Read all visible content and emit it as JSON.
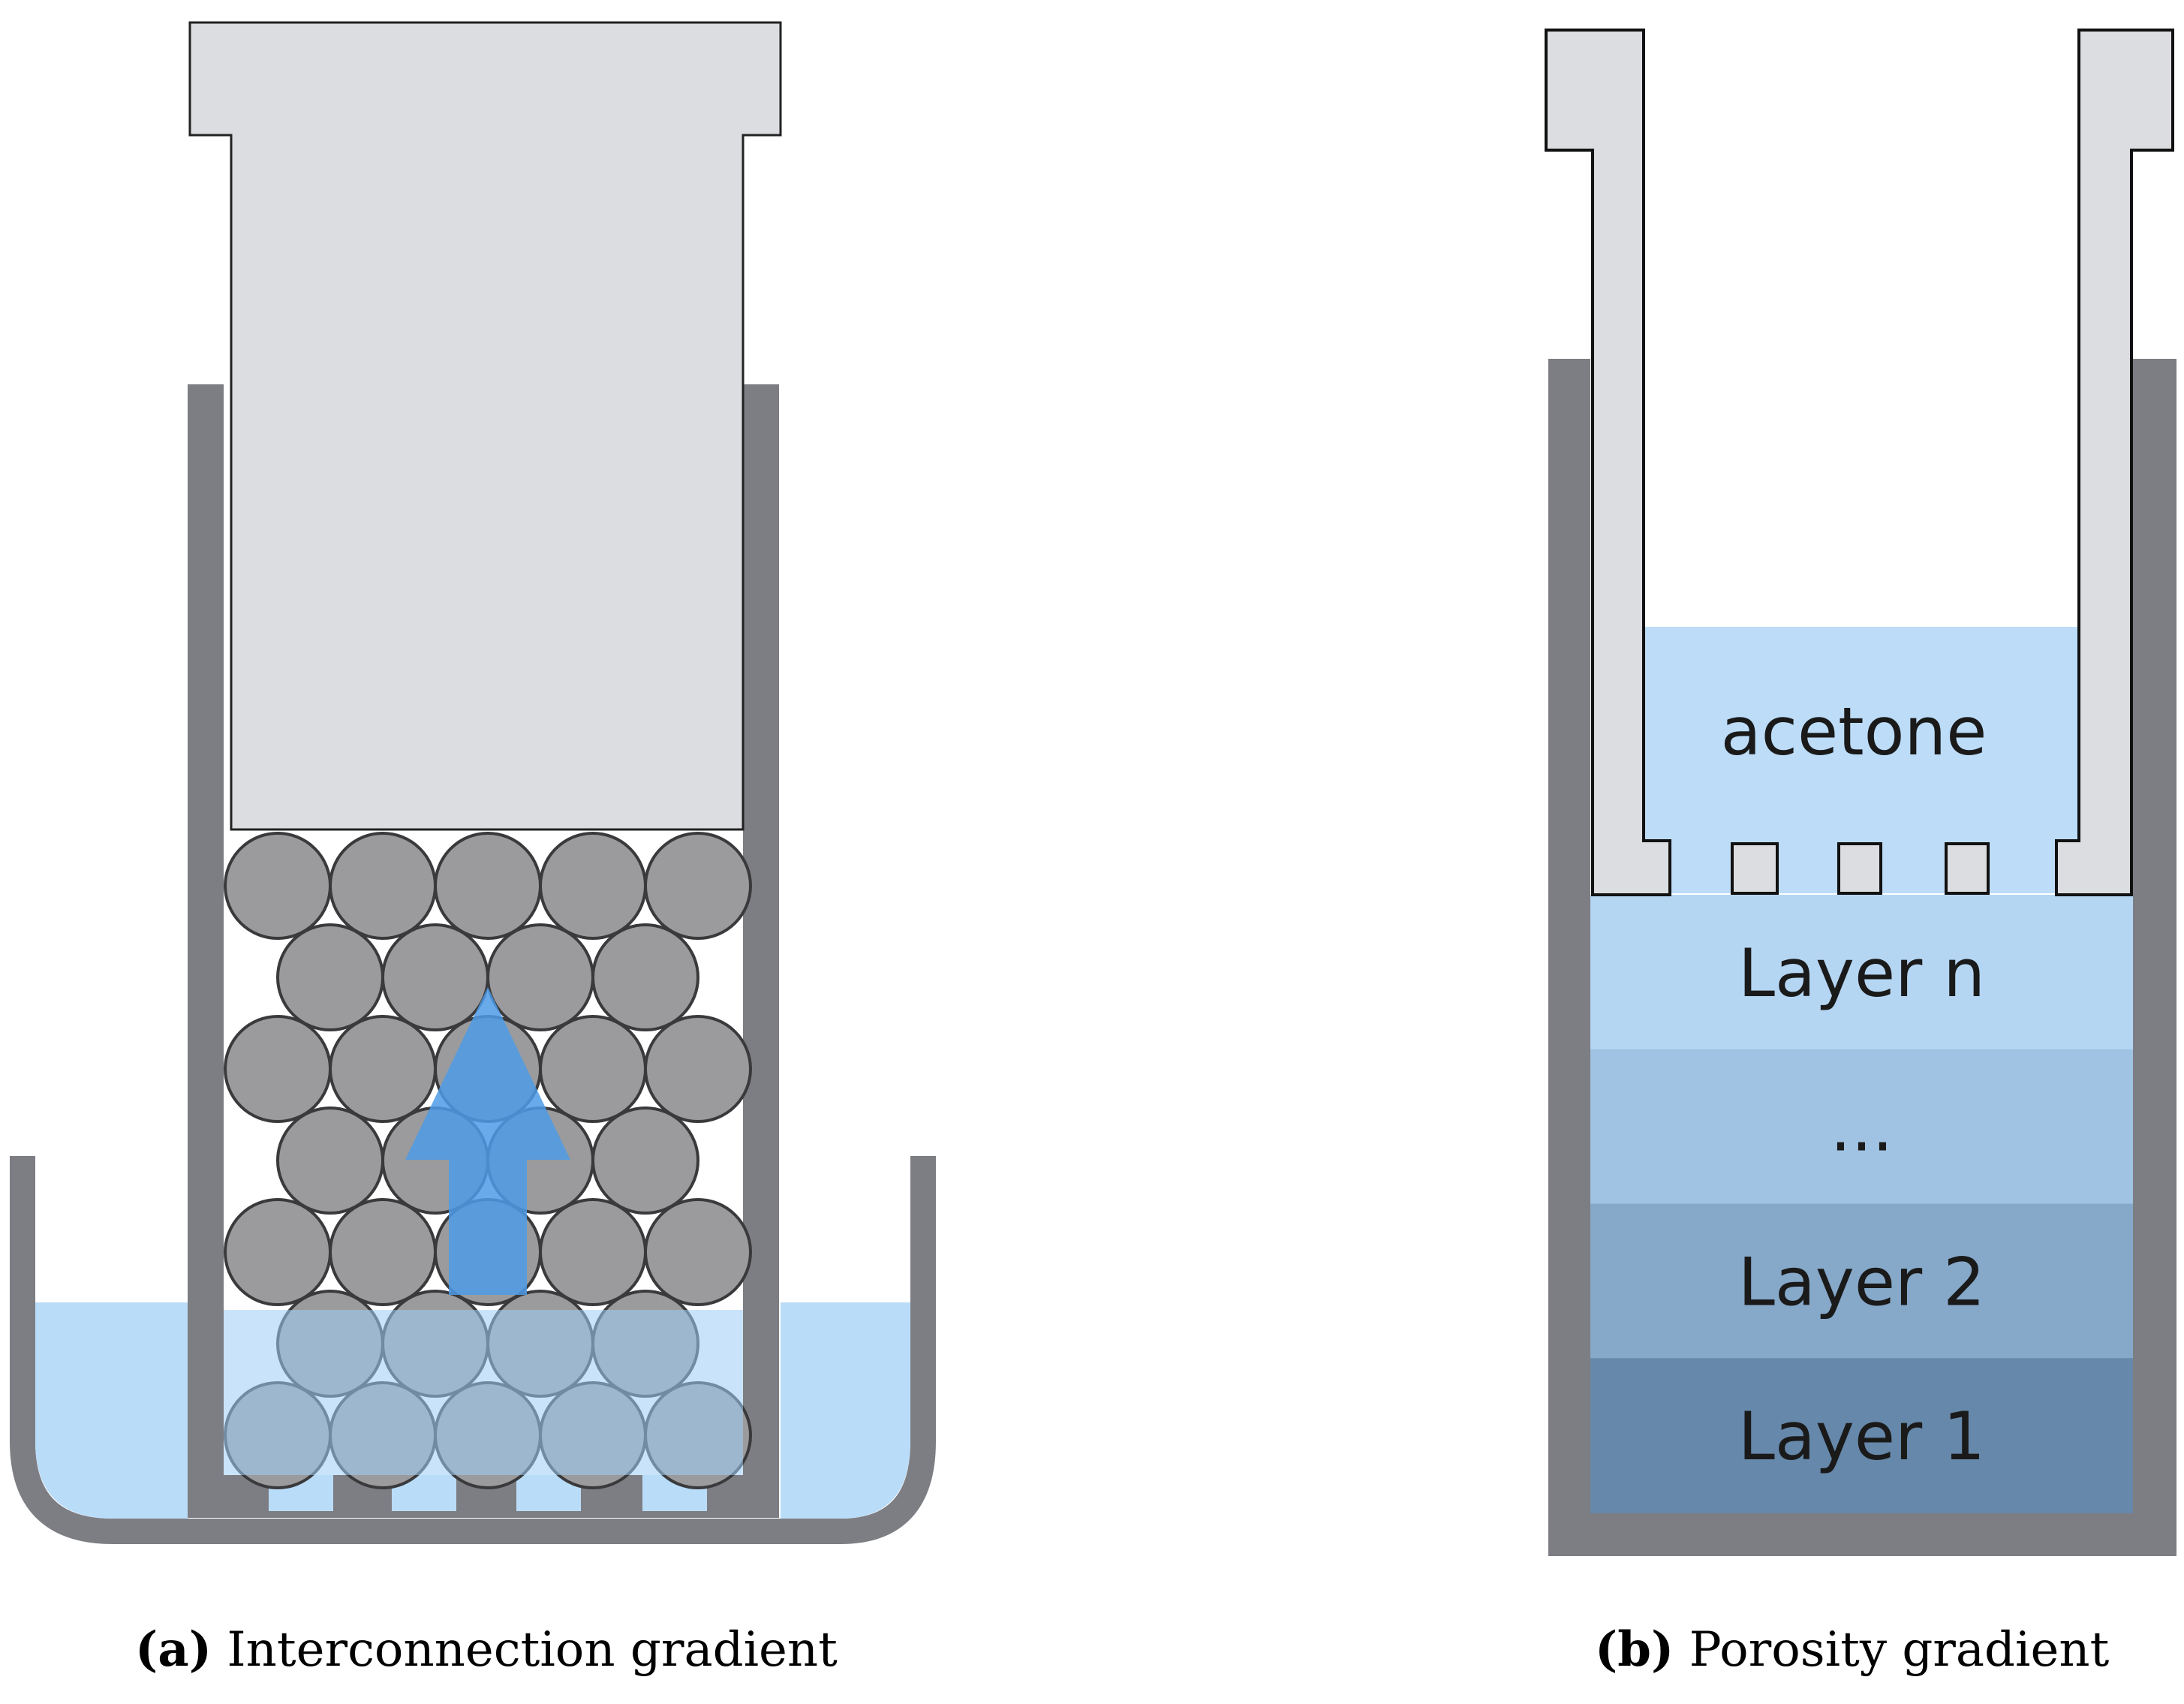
{
  "panel_a": {
    "caption_letter": "(a)",
    "caption_text": "Interconnection gradient",
    "sphere_rows": [
      {
        "count": 5,
        "offset": false
      },
      {
        "count": 4,
        "offset": true
      },
      {
        "count": 5,
        "offset": false
      },
      {
        "count": 4,
        "offset": true
      },
      {
        "count": 5,
        "offset": false
      },
      {
        "count": 4,
        "offset": true
      },
      {
        "count": 5,
        "offset": false
      }
    ],
    "submerged_rows": 2
  },
  "panel_b": {
    "caption_letter": "(b)",
    "caption_text": "Porosity gradient",
    "solvent_label": "acetone",
    "layers": [
      {
        "label": "Layer n",
        "color": "#b5d6f3"
      },
      {
        "label": "...",
        "color": "#a0c3e3"
      },
      {
        "label": "Layer 2",
        "color": "#86a8c9"
      },
      {
        "label": "Layer 1",
        "color": "#6688aa"
      }
    ]
  },
  "colors": {
    "container_gray": "#7d7e83",
    "piston_fill": "#dcdde0",
    "sphere_fill": "#9b9b9d",
    "liquid_blue": "#b9dcf8",
    "arrow_blue": "#4e9be6",
    "acetone_blue": "#bcdcf8"
  }
}
